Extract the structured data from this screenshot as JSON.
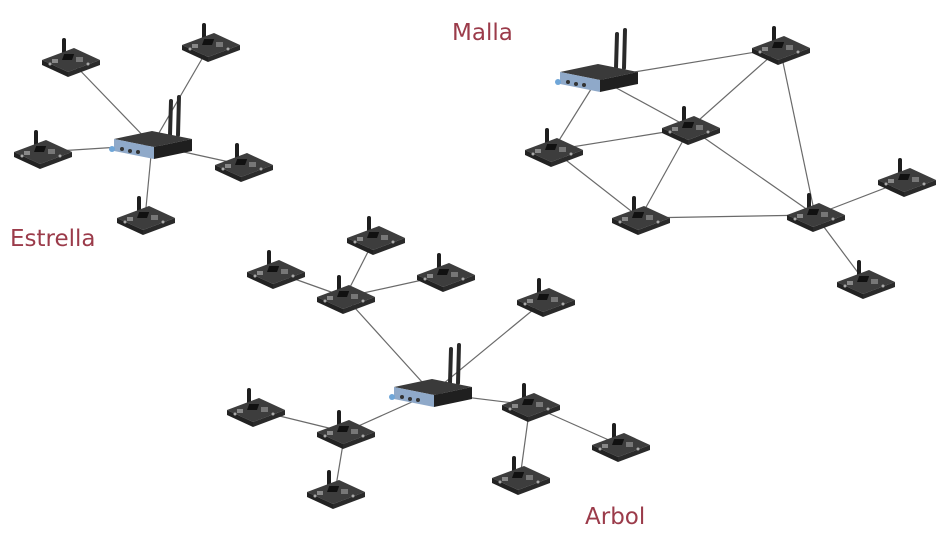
{
  "labels": {
    "star": "Estrella",
    "mesh": "Malla",
    "tree": "Arbol"
  },
  "colors": {
    "label": "#9b3b4a",
    "link": "#6a6a6a",
    "board": "#3a3a3a",
    "router_body": "#2c2c2c",
    "router_front": "#8fa9c9"
  },
  "topologies": {
    "star": {
      "hub": "router",
      "links": [
        [
          "r",
          "n1"
        ],
        [
          "r",
          "n2"
        ],
        [
          "r",
          "n3"
        ],
        [
          "r",
          "n4"
        ],
        [
          "r",
          "n5"
        ]
      ]
    },
    "mesh": {
      "hub": "router",
      "links": [
        [
          "r",
          "m1"
        ],
        [
          "r",
          "m2"
        ],
        [
          "r",
          "m3"
        ],
        [
          "m1",
          "m2"
        ],
        [
          "m1",
          "m5"
        ],
        [
          "m2",
          "m3"
        ],
        [
          "m2",
          "m4"
        ],
        [
          "m2",
          "m5"
        ],
        [
          "m3",
          "m4"
        ],
        [
          "m4",
          "m5"
        ],
        [
          "m5",
          "m6"
        ],
        [
          "m5",
          "m7"
        ]
      ]
    },
    "tree": {
      "hub": "router",
      "links": [
        [
          "r",
          "a1"
        ],
        [
          "r",
          "a2"
        ],
        [
          "r",
          "a3"
        ],
        [
          "r",
          "a4"
        ],
        [
          "a1",
          "a5"
        ],
        [
          "a1",
          "a6"
        ],
        [
          "a1",
          "a7"
        ],
        [
          "a1",
          "a8"
        ],
        [
          "a3",
          "a9"
        ],
        [
          "a3",
          "a10"
        ],
        [
          "a4",
          "a11"
        ],
        [
          "a4",
          "a12"
        ]
      ]
    }
  }
}
